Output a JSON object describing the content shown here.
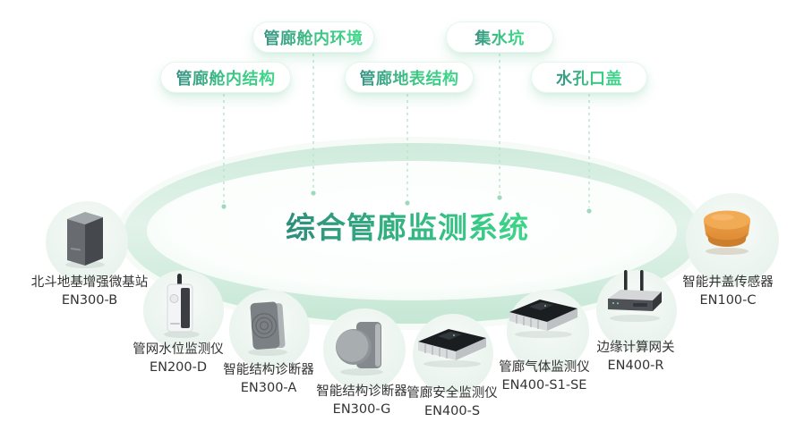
{
  "title": "综合管廊监测系统",
  "tags": [
    {
      "label": "管廊舱内环境"
    },
    {
      "label": "集水坑"
    },
    {
      "label": "管廊舱内结构"
    },
    {
      "label": "管廊地表结构"
    },
    {
      "label": "水孔口盖"
    }
  ],
  "devices": [
    {
      "name": "北斗地基增强微基站",
      "model": "EN300-B",
      "icon": "base-station-icon"
    },
    {
      "name": "管网水位监测仪",
      "model": "EN200-D",
      "icon": "water-level-monitor-icon"
    },
    {
      "name": "智能结构诊断器",
      "model": "EN300-A",
      "icon": "structure-diagnostor-icon"
    },
    {
      "name": "智能结构诊断器",
      "model": "EN300-G",
      "icon": "structure-diagnostor-disc-icon"
    },
    {
      "name": "管廊安全监测仪",
      "model": "EN400-S",
      "icon": "safety-monitor-icon"
    },
    {
      "name": "管廊气体监测仪",
      "model": "EN400-S1-SE",
      "icon": "gas-monitor-icon"
    },
    {
      "name": "边缘计算网关",
      "model": "EN400-R",
      "icon": "edge-gateway-icon"
    },
    {
      "name": "智能井盖传感器",
      "model": "EN100-C",
      "icon": "manhole-cover-sensor-icon"
    }
  ],
  "colors": {
    "gradient_text_start": "#2e8d7c",
    "gradient_text_end": "#3dd689",
    "ellipse_ring": "#cdeadb",
    "connector": "#b9e4cf",
    "label_text": "#333333",
    "sensor_orange": "#ef9d42"
  }
}
